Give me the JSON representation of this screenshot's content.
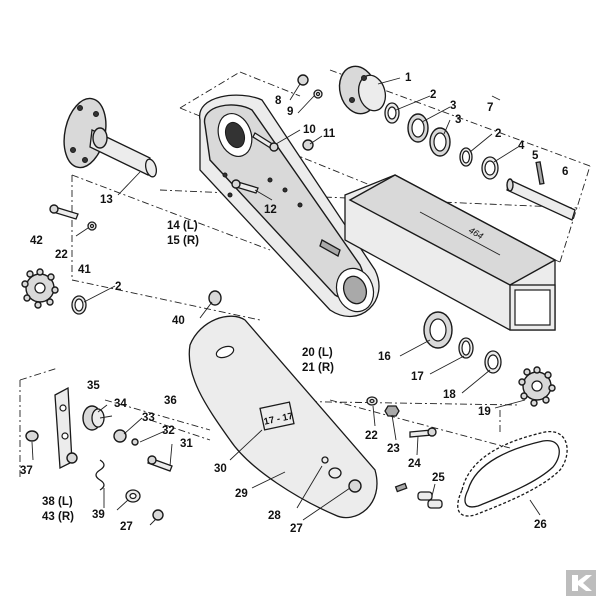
{
  "diagram": {
    "callouts": {
      "c1": "1",
      "c2a": "2",
      "c3a": "3",
      "c3b": "3",
      "c2b": "2",
      "c4": "4",
      "c5": "5",
      "c6": "6",
      "c7": "7",
      "c8": "8",
      "c9": "9",
      "c10": "10",
      "c11": "11",
      "c12": "12",
      "c13": "13",
      "c14": "14 (L)",
      "c15": "15 (R)",
      "c42": "42",
      "c22a": "22",
      "c41": "41",
      "c2c": "2",
      "c40": "40",
      "c16": "16",
      "c17": "17",
      "c18": "18",
      "c19": "19",
      "c20": "20 (L)",
      "c21": "21 (R)",
      "c35": "35",
      "c34": "34",
      "c36": "36",
      "c33": "33",
      "c32": "32",
      "c31": "31",
      "c37": "37",
      "c38": "38 (L)",
      "c43": "43 (R)",
      "c39": "39",
      "c27a": "27",
      "c30": "30",
      "c29": "29",
      "c28": "28",
      "c27b": "27",
      "c22b": "22",
      "c23": "23",
      "c24": "24",
      "c25": "25",
      "c26": "26"
    },
    "dimension": "464",
    "sticker": "17 - 17",
    "brand_logo_color": "#bdbdbd"
  }
}
